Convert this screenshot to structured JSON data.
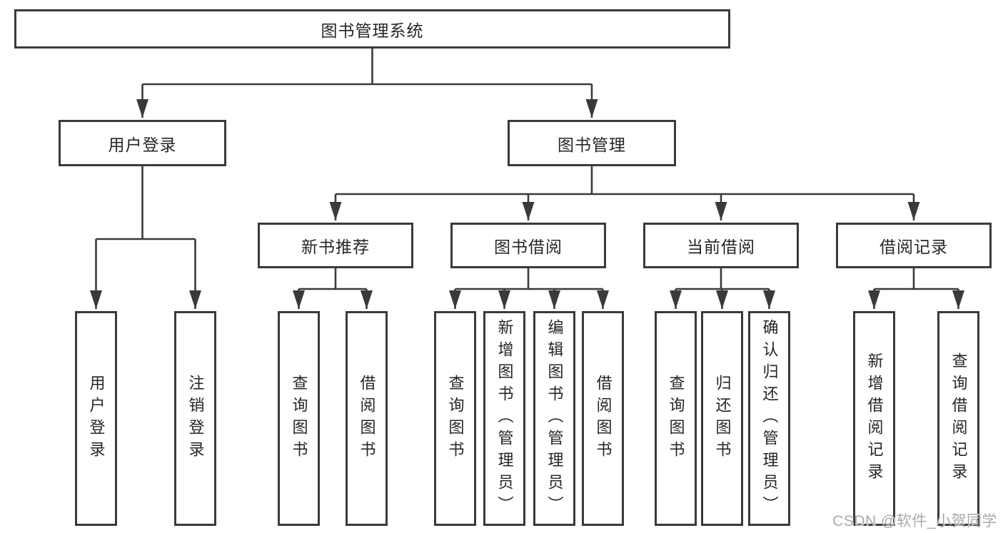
{
  "diagram": {
    "title": "图书管理系统",
    "watermark": "CSDN @软件_小贺同学",
    "level2": [
      {
        "id": "user-login",
        "label": "用户登录"
      },
      {
        "id": "book-management",
        "label": "图书管理"
      }
    ],
    "level3": [
      {
        "id": "new-book-recommend",
        "label": "新书推荐",
        "parent": "book-management"
      },
      {
        "id": "book-borrow",
        "label": "图书借阅",
        "parent": "book-management"
      },
      {
        "id": "current-borrow",
        "label": "当前借阅",
        "parent": "book-management"
      },
      {
        "id": "borrow-record",
        "label": "借阅记录",
        "parent": "book-management"
      }
    ],
    "leaves": [
      {
        "id": "leaf-user-login",
        "parent": "user-login",
        "label": "用户登录"
      },
      {
        "id": "leaf-logout",
        "parent": "user-login",
        "label": "注销登录"
      },
      {
        "id": "leaf-newbook-query",
        "parent": "new-book-recommend",
        "label": "查询图书"
      },
      {
        "id": "leaf-newbook-borrow",
        "parent": "new-book-recommend",
        "label": "借阅图书"
      },
      {
        "id": "leaf-borrow-query",
        "parent": "book-borrow",
        "label": "查询图书"
      },
      {
        "id": "leaf-borrow-add-admin",
        "parent": "book-borrow",
        "label": "新增图书（管理员）"
      },
      {
        "id": "leaf-borrow-edit-admin",
        "parent": "book-borrow",
        "label": "编辑图书（管理员）"
      },
      {
        "id": "leaf-borrow-borrow",
        "parent": "book-borrow",
        "label": "借阅图书"
      },
      {
        "id": "leaf-current-query",
        "parent": "current-borrow",
        "label": "查询图书"
      },
      {
        "id": "leaf-current-return",
        "parent": "current-borrow",
        "label": "归还图书"
      },
      {
        "id": "leaf-current-confirm-admin",
        "parent": "current-borrow",
        "label": "确认归还（管理员）"
      },
      {
        "id": "leaf-record-add",
        "parent": "borrow-record",
        "label": "新增借阅记录"
      },
      {
        "id": "leaf-record-query",
        "parent": "borrow-record",
        "label": "查询借阅记录"
      }
    ],
    "line_color": "#3a3a3a",
    "text_color": "#262626",
    "watermark_color": "#a9a9a9"
  }
}
